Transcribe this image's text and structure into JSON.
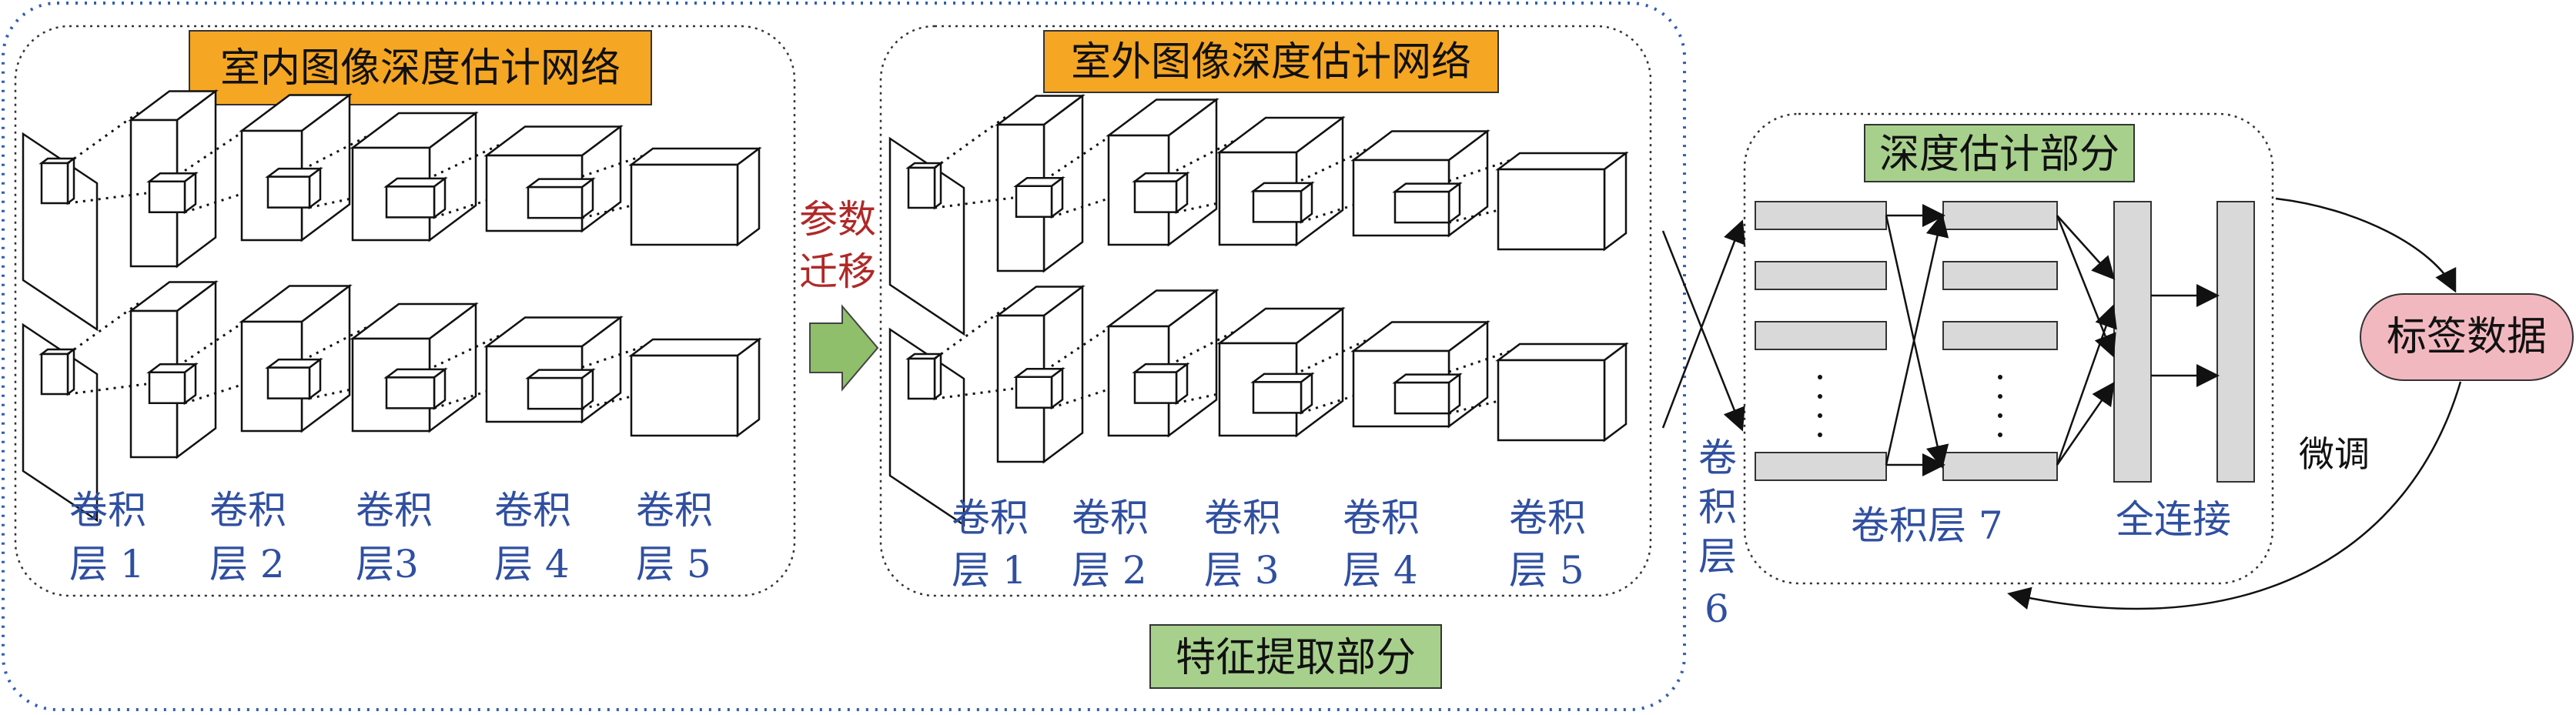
{
  "indoor_network_title": "室内图像深度估计网络",
  "outdoor_network_title": "室外图像深度估计网络",
  "depth_estimation_title": "深度估计部分",
  "feature_extraction_title": "特征提取部分",
  "transfer_label": [
    "参数",
    "迁移"
  ],
  "label_data": "标签数据",
  "fine_tune": "微调",
  "full_connect": "全连接",
  "conv7": "卷积层 7",
  "conv6": [
    "卷",
    "积",
    "层",
    "6"
  ],
  "indoor_layers": [
    [
      "卷积",
      "层 1"
    ],
    [
      "卷积",
      "层 2"
    ],
    [
      "卷积",
      "层3"
    ],
    [
      "卷积",
      "层 4"
    ],
    [
      "卷积",
      "层 5"
    ]
  ],
  "outdoor_layers": [
    [
      "卷积",
      "层 1"
    ],
    [
      "卷积",
      "层 2"
    ],
    [
      "卷积",
      "层 3"
    ],
    [
      "卷积",
      "层 4"
    ],
    [
      "卷积",
      "层 5"
    ]
  ],
  "colors": {
    "title_orange": "#f5a623",
    "title_green": "#a8d08d",
    "label_pink": "#f2b8c0",
    "text_blue": "#2f4fa0",
    "text_red": "#b02828",
    "group_border": "#2f5fb5"
  },
  "icons": [
    "right-arrow-icon",
    "cube-icon"
  ]
}
